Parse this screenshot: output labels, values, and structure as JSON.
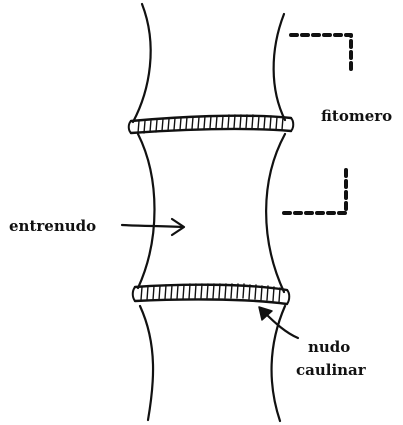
{
  "labels": {
    "fitomero": "fitomero",
    "entrenudo": "entrenudo",
    "nudo": "nudo",
    "caulinar": "caulinar"
  },
  "colors": {
    "ink": "#111111",
    "background": "#ffffff"
  }
}
